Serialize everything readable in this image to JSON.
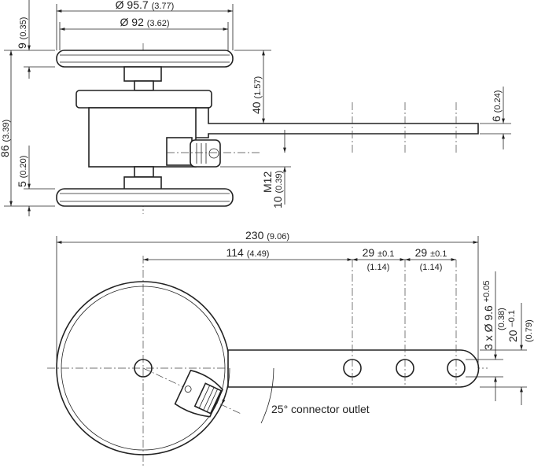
{
  "title": "Dimensional drawing",
  "top_view": {
    "dia_outer": "Ø 95.7",
    "dia_outer_in": "(3.77)",
    "dia_inner": "Ø 92",
    "dia_inner_in": "(3.62)",
    "top_disc": "9",
    "top_disc_in": "(0.35)",
    "height": "86",
    "height_in": "(3.39)",
    "bottom_disc": "5",
    "bottom_disc_in": "(0.20)",
    "arm_offset": "40",
    "arm_offset_in": "(1.57)",
    "connector": "M12",
    "connector_offset": "10",
    "connector_offset_in": "(0.39)",
    "arm_thickness": "6",
    "arm_thickness_in": "(0.24)"
  },
  "bottom_view": {
    "length": "230",
    "length_in": "(9.06)",
    "first_hole": "114",
    "first_hole_in": "(4.49)",
    "pitch1": "29",
    "pitch1_tol": "±0.1",
    "pitch1_in": "(1.14)",
    "pitch2": "29",
    "pitch2_tol": "±0.1",
    "pitch2_in": "(1.14)",
    "holes": "3 x Ø 9.6",
    "holes_tol": "+0.05",
    "holes_in": "(0.38)",
    "arm_width": "20",
    "arm_width_tol": "–0.1",
    "arm_width_in": "(0.79)",
    "connector_note": "25° connector outlet"
  }
}
